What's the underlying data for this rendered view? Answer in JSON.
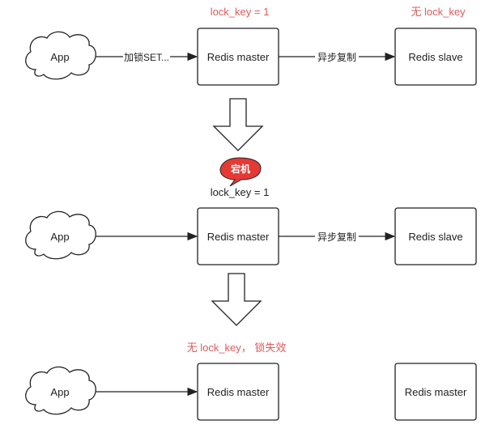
{
  "diagram": {
    "row1": {
      "app": "App",
      "edge_label": "加锁SET...",
      "master": "Redis master",
      "replicate_label": "异步复制",
      "slave": "Redis slave",
      "master_note": "lock_key = 1",
      "slave_note": "无 lock_key"
    },
    "row2": {
      "badge": "宕机",
      "master_note": "lock_key = 1",
      "app": "App",
      "master": "Redis master",
      "replicate_label": "异步复制",
      "slave": "Redis slave"
    },
    "row3": {
      "note": "无 lock_key， 锁失效",
      "app": "App",
      "master": "Redis master",
      "other_master": "Redis master"
    },
    "colors": {
      "note_red": "#e05a5a",
      "badge_red": "#e53935",
      "stroke": "#222222"
    }
  }
}
